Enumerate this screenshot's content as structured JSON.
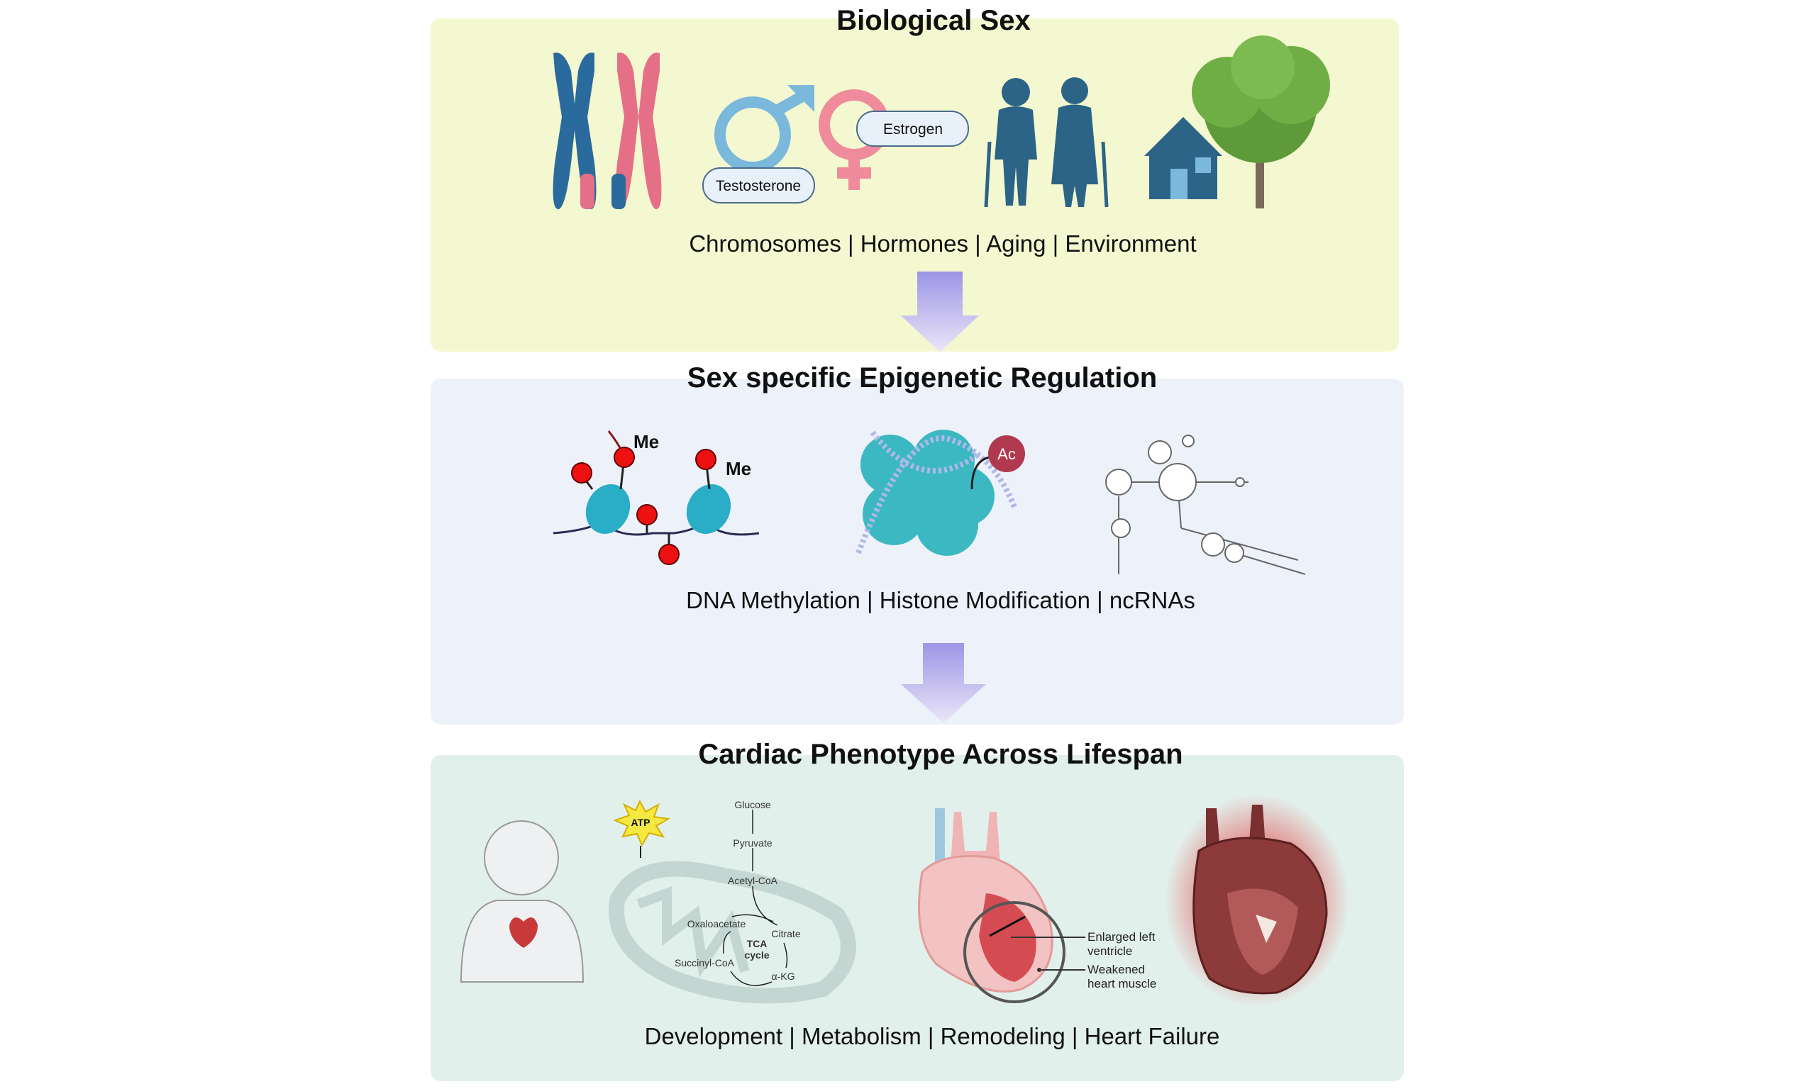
{
  "panels": [
    {
      "title": "Biological Sex",
      "caption": "Chromosomes | Hormones | Aging | Environment",
      "bg": "#f4f8d0",
      "pills": {
        "testosterone": "Testosterone",
        "estrogen": "Estrogen"
      }
    },
    {
      "title": "Sex specific Epigenetic Regulation",
      "caption": "DNA Methylation | Histone Modification | ncRNAs",
      "bg": "#edf2fa",
      "marks": {
        "me1": "Me",
        "me2": "Me",
        "ac": "Ac"
      }
    },
    {
      "title": "Cardiac Phenotype Across Lifespan",
      "caption": "Development | Metabolism |  Remodeling | Heart Failure",
      "bg": "#e2f0ec"
    }
  ],
  "metabolism": {
    "atp": "ATP",
    "glucose": "Glucose",
    "pyruvate": "Pyruvate",
    "acetyl_coa": "Acetyl-CoA",
    "oxaloacetate": "Oxaloacetate",
    "citrate": "Citrate",
    "tca": "TCA",
    "cycle": "cycle",
    "succinyl_coa": "Succinyl-CoA",
    "akg": "α-KG"
  },
  "remodeling": {
    "enlarged_1": "Enlarged left",
    "enlarged_2": "ventricle",
    "weakened_1": "Weakened",
    "weakened_2": "heart muscle"
  },
  "colors": {
    "arrow": "#a9a3e8",
    "male": "#7ab8dc",
    "female": "#ef8b9a",
    "ac": "#b0384f",
    "methyl": "#e11"
  }
}
